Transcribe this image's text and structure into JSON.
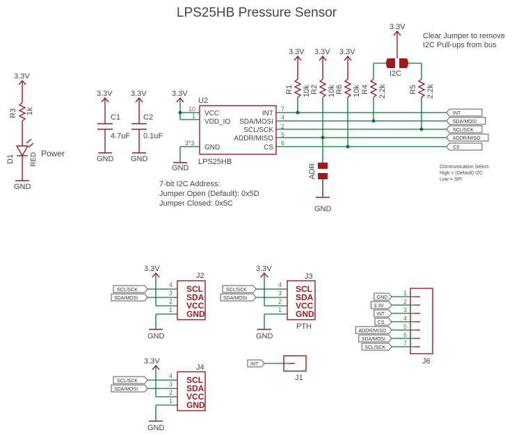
{
  "title": "LPS25HB Pressure Sensor",
  "rail": "3.3V",
  "gnd": "GND",
  "power_led": {
    "resistor_ref": "R3",
    "resistor_value": "1k",
    "led_ref": "D1",
    "led_value": "RED",
    "label": "Power"
  },
  "caps": [
    {
      "ref": "C1",
      "value": "4.7uF"
    },
    {
      "ref": "C2",
      "value": "0.1uF"
    }
  ],
  "ic": {
    "ref": "U2",
    "part": "LPS25HB",
    "left_pins": [
      {
        "name": "VCC",
        "num": "10"
      },
      {
        "name": "VDD_IO",
        "num": "1"
      },
      {
        "name": "GND",
        "num": "3*3"
      }
    ],
    "right_pins": [
      {
        "name": "INT",
        "num": "7"
      },
      {
        "name": "SDA/MOSI",
        "num": "4"
      },
      {
        "name": "SCL/SCK",
        "num": "2"
      },
      {
        "name": "ADDR/MISO",
        "num": "5"
      },
      {
        "name": "CS",
        "num": "6"
      }
    ]
  },
  "pullups": [
    {
      "ref": "R1",
      "value": "10k"
    },
    {
      "ref": "R2",
      "value": "10k"
    },
    {
      "ref": "R6",
      "value": "10k"
    },
    {
      "ref": "R4",
      "value": "2.2k"
    },
    {
      "ref": "R5",
      "value": "2.2k"
    }
  ],
  "i2c_jumper": {
    "ref": "I2C",
    "note_line1": "Clear Jumper to remove",
    "note_line2": "I2C Pull-ups from bus"
  },
  "adr_jumper": {
    "ref": "ADR"
  },
  "net_flags": [
    "INT",
    "SDA/MOSI",
    "SCL/SCK",
    "ADDR/MISO",
    "CS"
  ],
  "comm_select": {
    "line1": "Communication Select:",
    "line2": "High = (Default) I2C",
    "line3": "Low = SPI"
  },
  "address_note": {
    "line1": "7-bit I2C Address:",
    "line2": "Jumper Open (Default): 0x5D",
    "line3": "Jumper Closed: 0x5C"
  },
  "headers": {
    "j2": {
      "ref": "J2",
      "flags": [
        "SCL/SCK",
        "SDA/MOSI"
      ],
      "pins": [
        {
          "num": "4",
          "name": "SCL"
        },
        {
          "num": "3",
          "name": "SDA"
        },
        {
          "num": "2",
          "name": "VCC"
        },
        {
          "num": "1",
          "name": "GND"
        }
      ]
    },
    "j3": {
      "ref": "J3",
      "value": "PTH",
      "flags": [
        "SCL/SCK",
        "SDA/MOSI"
      ],
      "pins": [
        {
          "num": "4",
          "name": "SCL"
        },
        {
          "num": "3",
          "name": "SDA"
        },
        {
          "num": "2",
          "name": "VCC"
        },
        {
          "num": "1",
          "name": "GND"
        }
      ]
    },
    "j4": {
      "ref": "J4",
      "flags": [
        "SCL/SCK",
        "SDA/MOSI"
      ],
      "pins": [
        {
          "num": "4",
          "name": "SCL"
        },
        {
          "num": "3",
          "name": "SDA"
        },
        {
          "num": "2",
          "name": "VCC"
        },
        {
          "num": "1",
          "name": "GND"
        }
      ]
    },
    "j1": {
      "ref": "J1",
      "flag": "INT"
    },
    "j6": {
      "ref": "J6",
      "pins": [
        {
          "num": "1",
          "flag": "GND"
        },
        {
          "num": "2",
          "flag": "3.3V"
        },
        {
          "num": "3",
          "flag": "INT"
        },
        {
          "num": "4",
          "flag": "CS"
        },
        {
          "num": "5",
          "flag": "ADDR/MISO"
        },
        {
          "num": "6",
          "flag": "SDA/MOSI"
        },
        {
          "num": "7",
          "flag": "SCL/SCK"
        }
      ]
    }
  }
}
